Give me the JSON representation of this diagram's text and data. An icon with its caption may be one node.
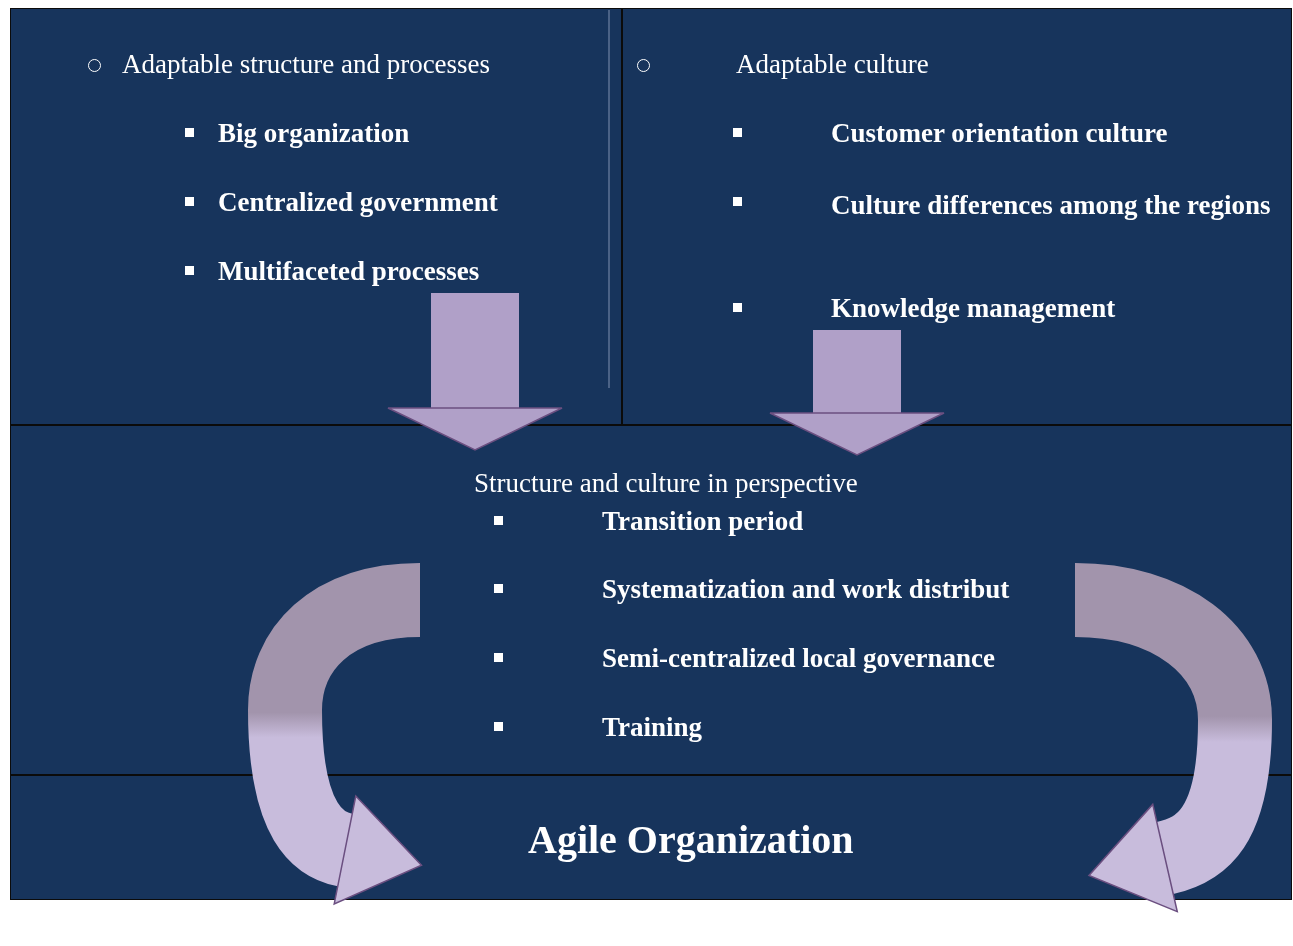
{
  "diagram": {
    "nodes": [
      {
        "text": [
          "Adaptable structure and processes",
          "Big organization",
          "Centralized government",
          "Multifaceted processes"
        ]
      },
      {
        "text": [
          "Adaptable culture",
          "Customer orientation culture",
          "Culture differences among the regions",
          "Knowledge management"
        ]
      },
      {
        "text": [
          "Structure and culture in perspective",
          "Transition period",
          "Systematization and work distribut",
          "Semi-centralized local governance",
          "Training"
        ]
      },
      {
        "text": [
          "Agile Organization"
        ]
      }
    ],
    "edges": [
      {
        "from": 0,
        "to": 2,
        "arrow": "to"
      },
      {
        "from": 1,
        "to": 2,
        "arrow": "to"
      },
      {
        "from": 2,
        "to": 3,
        "arrow": "to"
      },
      {
        "from": 2,
        "to": 3,
        "arrow": "to"
      }
    ]
  }
}
